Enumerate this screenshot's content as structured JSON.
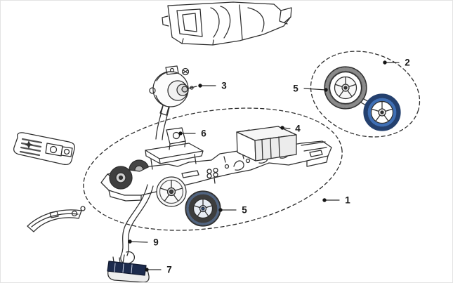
{
  "diagram": {
    "callouts": {
      "c1": "1",
      "c2": "2",
      "c3": "3",
      "c4": "4",
      "c5a": "5",
      "c5b": "5",
      "c6": "6",
      "c7": "7",
      "c9": "9"
    },
    "parts": {
      "p1": "chassis-assembly",
      "p2": "rear-axle-wheel-assembly",
      "p3": "motor",
      "p4": "battery-box",
      "p5": "wheel",
      "p6": "motor-mount-bracket",
      "p7": "wire-connector-plug",
      "p9": "wiring-harness"
    },
    "colors": {
      "line": "#2d2d2d",
      "accent-blue": "#3f6fb5",
      "tread-dark": "#5a5a5a",
      "connector-navy": "#1d2b4d",
      "background": "#ffffff",
      "border": "#e3e3e3"
    }
  }
}
